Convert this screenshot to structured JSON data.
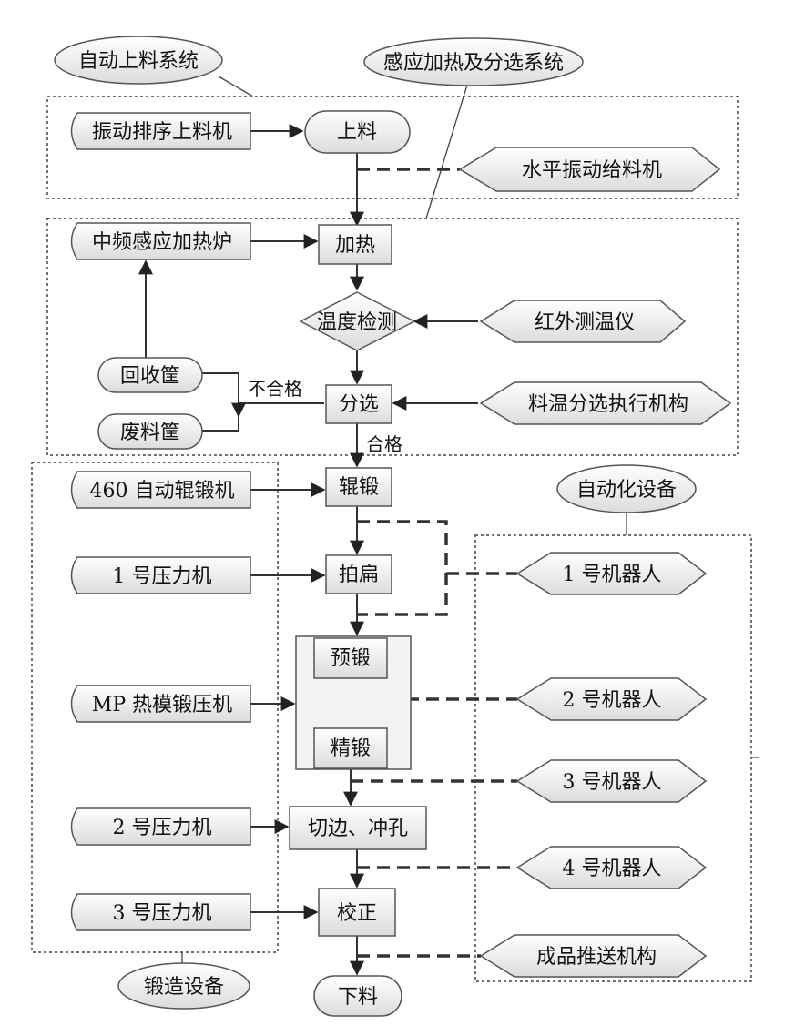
{
  "groups": {
    "feeding": "自动上料系统",
    "heating": "感应加热及分选系统",
    "automation": "自动化设备",
    "forging": "锻造设备"
  },
  "machines": {
    "vibration_feeder": "振动排序上料机",
    "induction_furnace": "中频感应加热炉",
    "recycle_basket": "回收筐",
    "waste_basket": "废料筐",
    "roll_forging": "460 自动辊锻机",
    "press_1": "1 号压力机",
    "mp_press": "MP 热模锻压机",
    "press_2": "2 号压力机",
    "press_3": "3 号压力机"
  },
  "steps": {
    "load": "上料",
    "heat": "加热",
    "temp_check": "温度检测",
    "sort": "分选",
    "roll": "辊锻",
    "flatten": "拍扁",
    "preforge": "预锻",
    "finish_forge": "精锻",
    "trim_punch": "切边、冲孔",
    "correct": "校正",
    "unload": "下料"
  },
  "auto_devices": {
    "horizontal_feeder": "水平振动给料机",
    "infrared": "红外测温仪",
    "sort_actuator": "料温分选执行机构",
    "robot_1": "1 号机器人",
    "robot_2": "2 号机器人",
    "robot_3": "3 号机器人",
    "robot_4": "4 号机器人",
    "product_pusher": "成品推送机构"
  },
  "labels": {
    "reject": "不合格",
    "pass": "合格"
  }
}
